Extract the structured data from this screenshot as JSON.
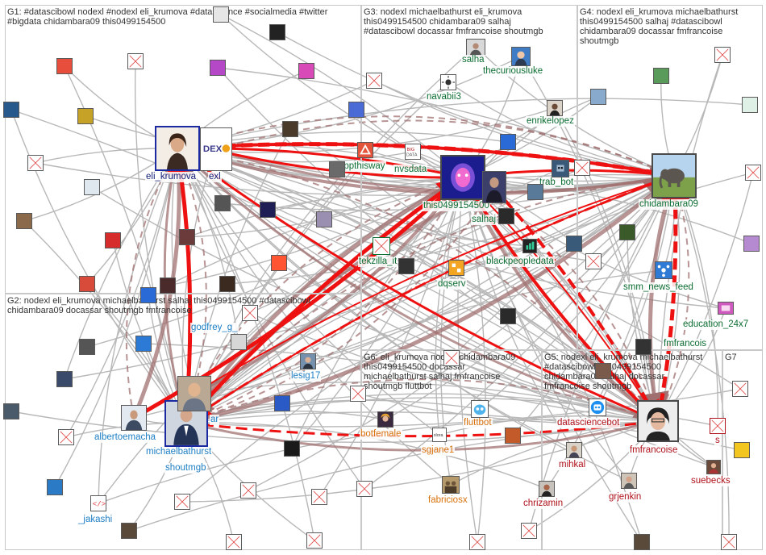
{
  "window_title": "NodeXL Twitter network graph",
  "groups": [
    {
      "id": "g1",
      "label": "G1: #datascibowl nodexl #nodexl eli_krumova #datascience #socialmedia #twitter\n#bigdata chidambara09 this0499154500"
    },
    {
      "id": "g2",
      "label": "G2: nodexl eli_krumova michaelbathurst salhaj this0499154500 #datascibowl\nchidambara09 docassar shoutmgb fmfrancoise"
    },
    {
      "id": "g3",
      "label": "G3: nodexl michaelbathurst eli_krumova\nthis0499154500 chidambara09 salhaj\n#datascibowl docassar fmfrancoise shoutmgb"
    },
    {
      "id": "g4",
      "label": "G4: nodexl eli_krumova michaelbathurst\nthis0499154500 salhaj #datascibowl\nchidambara09 docassar fmfrancoise\nshoutmgb"
    },
    {
      "id": "g5",
      "label": "G5: nodexl eli_krumova michaelbathurst\n#datascibowl this0499154500\nchidambara09 salhaj docassar\nfmfrancoise shoutmgb"
    },
    {
      "id": "g6",
      "label": "G6: eli_krumova nodexl chidambara09\nthis0499154500 docassar\nmichaelbathurst salhaj fmfrancoise\nshoutmgb fluttbot"
    },
    {
      "id": "g7",
      "label": "G7"
    }
  ],
  "node_labels": {
    "eli_krumova": "eli_krumova",
    "exl": "exl",
    "appthisway": "appthisway",
    "nvsdata": "nvsdata",
    "this0499154500": "this0499154500",
    "salhaj": "salhaj",
    "salha": "salha",
    "thecuriousluke": "thecuriousluke",
    "navabii3": "navabii3",
    "enrikelopez": "enrikelopez",
    "trab_bot": "trab_bot",
    "chidambara09": "chidambara09",
    "tekzilla_it": "tekzilla_it",
    "dqserv": "dqserv",
    "blackpeopledata": "blackpeopledata",
    "smm_news_feed": "smm_news_feed",
    "education_24x7": "education_24x7",
    "fmfrancois": "fmfrancois",
    "godfrey_g_": "godfrey_g_",
    "lesig17": "lesig17",
    "albertoemacha": "albertoemacha",
    "ar": "ar",
    "michaelbathurst": "michaelbathurst",
    "shoutmgb": "shoutmgb",
    "_jakashi": "_jakashi",
    "botfemale": "botfemale",
    "sgjane1": "sgjane1",
    "fluttbot": "fluttbot",
    "fabriciosx": "fabriciosx",
    "datasciencebot": "datasciencebot",
    "mihkal": "mihkal",
    "chrizamin": "chrizamin",
    "fmfrancoise": "fmfrancoise",
    "grjenkin": "grjenkin",
    "s": "s",
    "suebecks": "suebecks"
  },
  "legend_colors": {
    "g1": "#16217a",
    "g2": "#1e7fc4",
    "g3": "#0d6e33",
    "g4": "#0d6e33",
    "g5": "#b0121c",
    "g6": "#d9720e",
    "g7": "#b0121c",
    "edge_strong": "#ee1111",
    "edge_mid": "#a07070",
    "edge_weak": "#b8b8b8"
  }
}
